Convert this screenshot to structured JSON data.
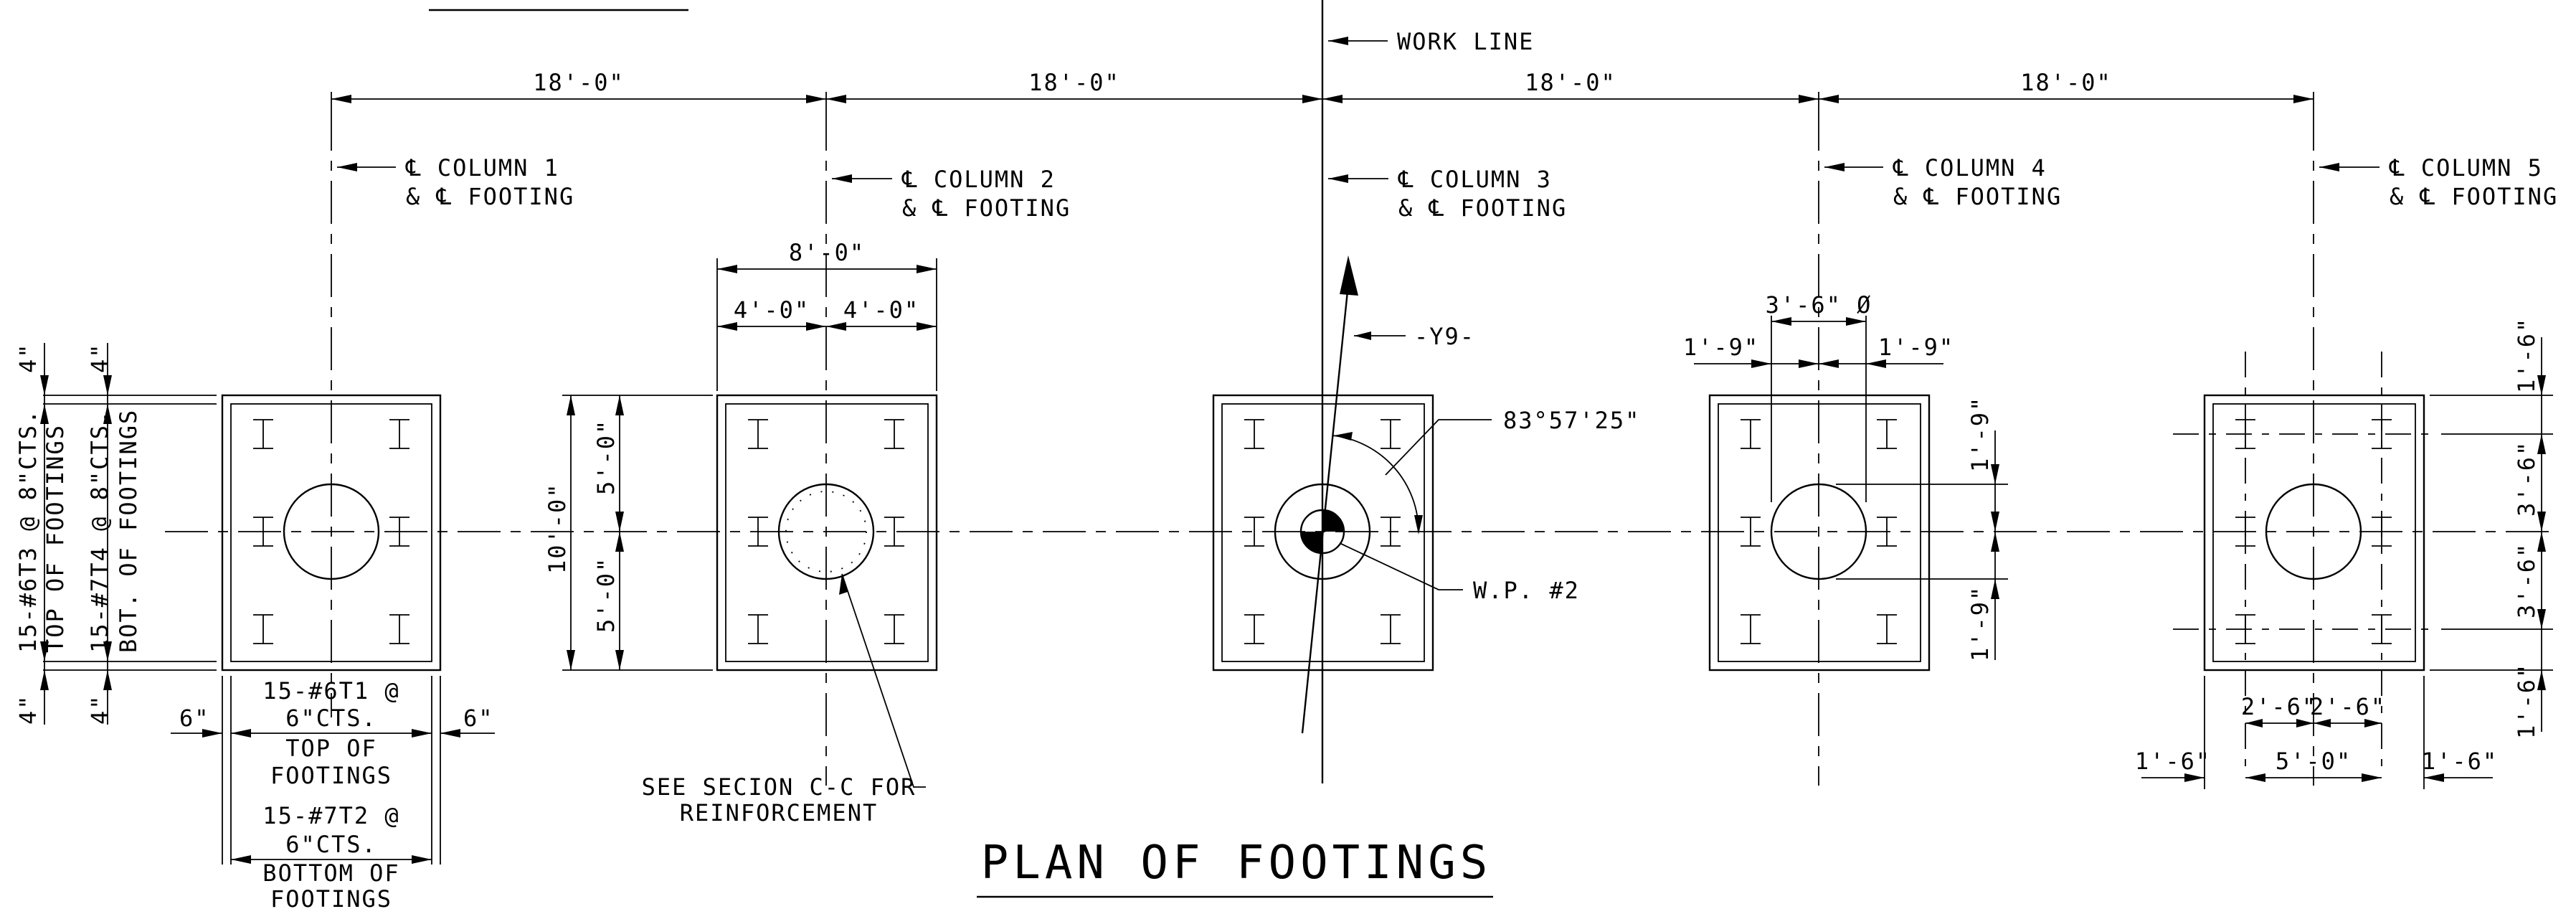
{
  "title": "PLAN OF FOOTINGS",
  "work_line": "WORK LINE",
  "spacings": [
    "18'-0\"",
    "18'-0\"",
    "18'-0\"",
    "18'-0\""
  ],
  "columns": [
    {
      "line1": "℄ COLUMN 1",
      "line2": "& ℄ FOOTING"
    },
    {
      "line1": "℄ COLUMN 2",
      "line2": "& ℄ FOOTING"
    },
    {
      "line1": "℄ COLUMN 3",
      "line2": "& ℄ FOOTING"
    },
    {
      "line1": "℄ COLUMN 4",
      "line2": "& ℄ FOOTING"
    },
    {
      "line1": "℄ COLUMN 5",
      "line2": "& ℄ FOOTING"
    }
  ],
  "footing1": {
    "top_bars": "15-#6T3 @ 8\"CTS.",
    "top_bars_2": "TOP OF FOOTINGS",
    "bot_bars": "15-#7T4 @ 8\"CTS.",
    "bot_bars_2": "BOT. OF FOOTINGS",
    "dim_4a": "4\"",
    "dim_4b": "4\"",
    "dim_4c": "4\"",
    "dim_4d": "4\"",
    "dim_6a": "6\"",
    "dim_6b": "6\"",
    "t1_line1": "15-#6T1 @",
    "t1_line2": "6\"CTS.",
    "t1_line3": "TOP OF",
    "t1_line4": "FOOTINGS",
    "t2_line1": "15-#7T2 @",
    "t2_line2": "6\"CTS.",
    "t2_line3": "BOTTOM OF",
    "t2_line4": "FOOTINGS"
  },
  "footing2": {
    "width": "8'-0\"",
    "half_a": "4'-0\"",
    "half_b": "4'-0\"",
    "length": "10'-0\"",
    "half_c": "5'-0\"",
    "half_d": "5'-0\"",
    "note_1": "SEE SECION C-C FOR",
    "note_2": "REINFORCEMENT"
  },
  "footing3": {
    "y9": "-Y9-",
    "angle": "83°57'25\"",
    "wp": "W.P. #2"
  },
  "footing4": {
    "dia": "3'-6\" Ø",
    "h_a": "1'-9\"",
    "h_b": "1'-9\"",
    "v_a": "1'-9\"",
    "v_b": "1'-9\""
  },
  "footing5": {
    "v1": "1'-6\"",
    "v2": "3'-6\"",
    "v3": "3'-6\"",
    "v4": "1'-6\"",
    "h_edge_a": "1'-6\"",
    "h_mid": "5'-0\"",
    "h_edge_b": "1'-6\"",
    "h_half_a": "2'-6\"",
    "h_half_b": "2'-6\""
  }
}
